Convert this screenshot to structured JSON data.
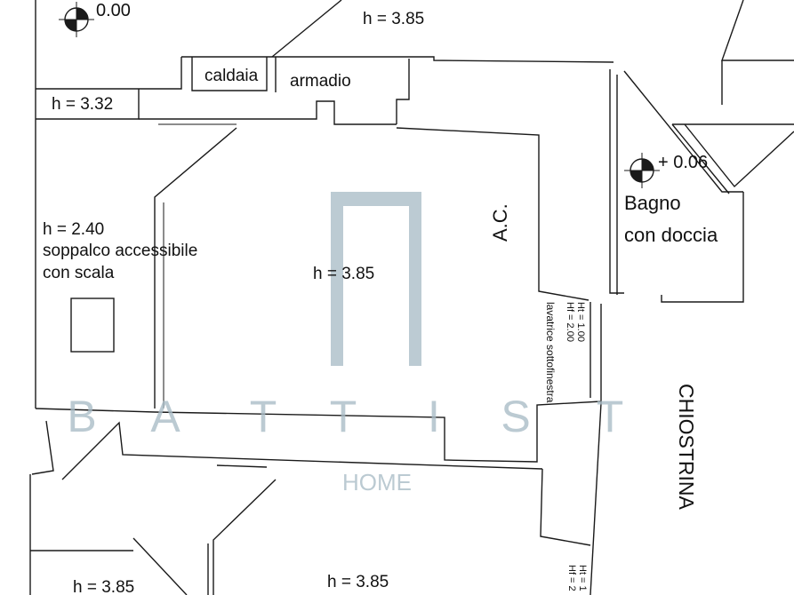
{
  "plan": {
    "level_top": "0.00",
    "h_top": "h = 3.85",
    "caldaia": "caldaia",
    "armadio": "armadio",
    "h_332": "h = 3.32",
    "h_240": "h = 2.40",
    "soppalco": "soppalco accessibile",
    "con_scala": "con scala",
    "h_center": "h = 3.85",
    "ac": "A.C.",
    "level_bath": "+ 0.06",
    "bagno": "Bagno",
    "con_doccia": "con doccia",
    "window_ht": "Ht = 1.00",
    "window_hf": "Hf = 2.00",
    "window_note": "lavatrice sottofinestra",
    "chiostrina": "CHIOSTRINA",
    "h_bottom_left": "h = 3.85",
    "h_bottom_center": "h = 3.85",
    "window_ht_2": "Ht = 1",
    "window_hf_2": "Hf = 2"
  },
  "watermark": {
    "letters": [
      "B",
      "A",
      "T",
      "T",
      "I",
      "S",
      "T"
    ],
    "sub": "HOME"
  },
  "colors": {
    "watermark": "#a9bcc6",
    "lines": "#1a1a1a"
  }
}
